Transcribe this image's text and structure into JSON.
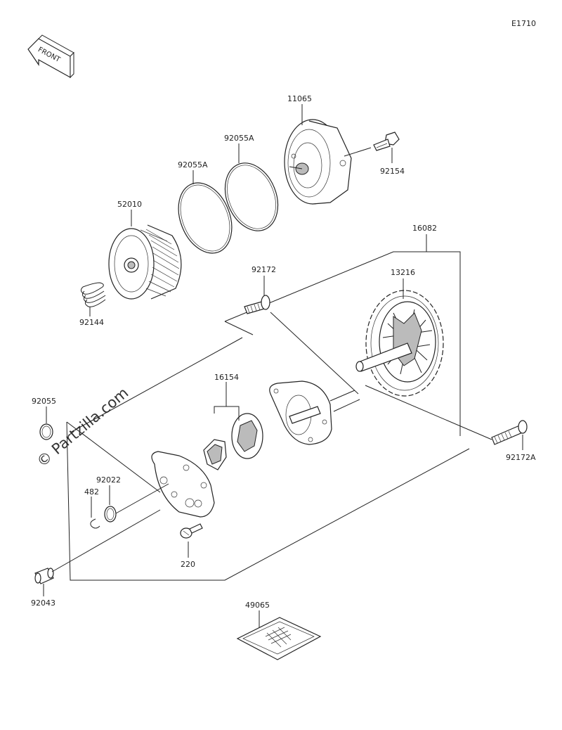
{
  "diagram": {
    "code": "E1710",
    "front_label": "FRONT",
    "watermark": "© Partzilla.com",
    "parts": {
      "p11065": "11065",
      "p92055A_upper": "92055A",
      "p92055A_lower": "92055A",
      "p92154": "92154",
      "p52010": "52010",
      "p92144": "92144",
      "p16082": "16082",
      "p92172": "92172",
      "p13216": "13216",
      "p16154": "16154",
      "p92055": "92055",
      "p92022": "92022",
      "p482": "482",
      "p220": "220",
      "p92172A": "92172A",
      "p92043": "92043",
      "p49065": "49065"
    }
  }
}
